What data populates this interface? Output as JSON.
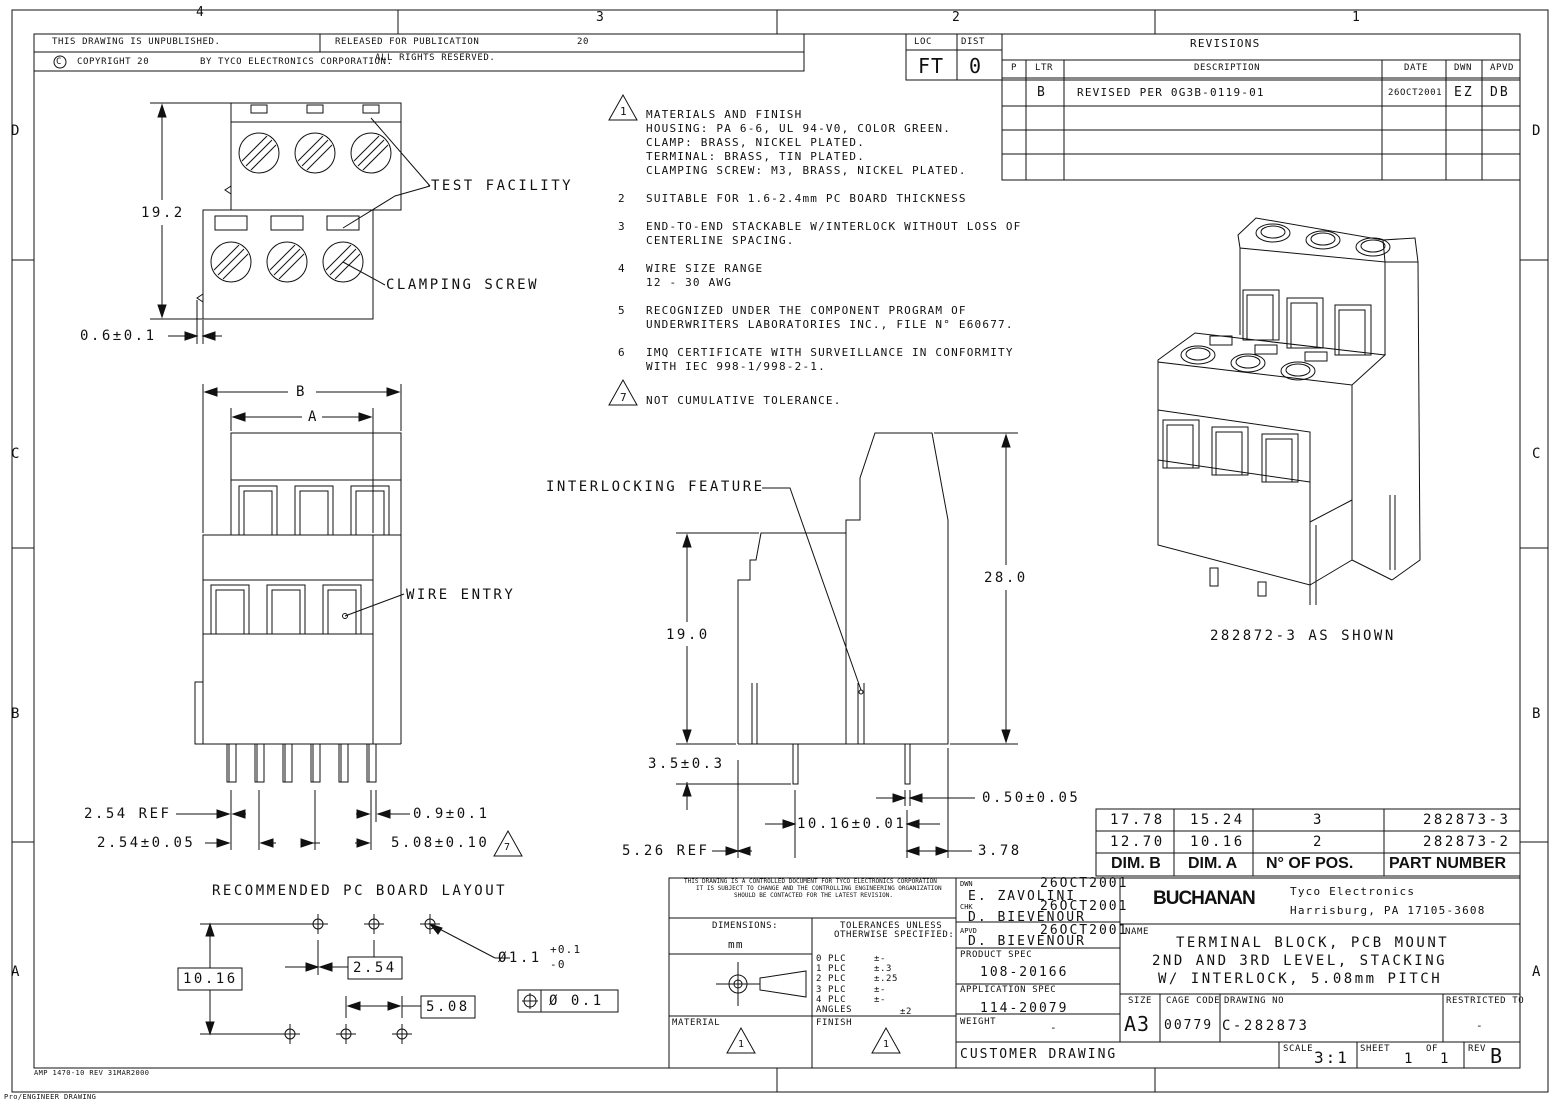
{
  "zones": {
    "top": [
      "4",
      "3",
      "2",
      "1"
    ],
    "side": [
      "D",
      "C",
      "B",
      "A"
    ]
  },
  "publication": {
    "unpublished": "THIS DRAWING IS UNPUBLISHED.",
    "released": "RELEASED FOR PUBLICATION",
    "year": "20",
    "copyright_symbol": "C",
    "copyright": "COPYRIGHT 20",
    "owner": "BY TYCO ELECTRONICS CORPORATION.",
    "rights": "ALL RIGHTS RESERVED."
  },
  "loc_dist": {
    "loc_label": "LOC",
    "dist_label": "DIST",
    "loc_value": "FT",
    "dist_value": "0"
  },
  "revisions": {
    "title": "REVISIONS",
    "headers": [
      "P",
      "LTR",
      "DESCRIPTION",
      "DATE",
      "DWN",
      "APVD"
    ],
    "rows": [
      {
        "ltr": "B",
        "description": "REVISED PER 0G3B-0119-01",
        "date": "26OCT2001",
        "dwn": "EZ",
        "apvd": "DB"
      }
    ]
  },
  "notes": [
    {
      "number": "1",
      "lines": [
        "MATERIALS AND FINISH",
        "HOUSING: PA 6-6, UL 94-V0, COLOR GREEN.",
        "CLAMP: BRASS, NICKEL PLATED.",
        "TERMINAL: BRASS, TIN PLATED.",
        "CLAMPING SCREW: M3, BRASS, NICKEL PLATED."
      ]
    },
    {
      "number": "2",
      "lines": [
        "SUITABLE FOR 1.6-2.4mm PC BOARD THICKNESS"
      ]
    },
    {
      "number": "3",
      "lines": [
        "END-TO-END STACKABLE W/INTERLOCK WITHOUT LOSS OF",
        "CENTERLINE SPACING."
      ]
    },
    {
      "number": "4",
      "lines": [
        "WIRE SIZE RANGE",
        "12 - 30 AWG"
      ]
    },
    {
      "number": "5",
      "lines": [
        "RECOGNIZED UNDER THE COMPONENT PROGRAM OF",
        "UNDERWRITERS LABORATORIES INC., FILE N° E60677."
      ]
    },
    {
      "number": "6",
      "lines": [
        "IMQ CERTIFICATE WITH SURVEILLANCE IN CONFORMITY",
        "WITH IEC 998-1/998-2-1."
      ]
    },
    {
      "number": "7",
      "lines": [
        "NOT CUMULATIVE TOLERANCE."
      ]
    }
  ],
  "views": {
    "top": {
      "test_facility": "TEST FACILITY",
      "clamping_screw": "CLAMPING SCREW",
      "height_dim": "19.2",
      "offset_dim": "0.6±0.1"
    },
    "front": {
      "dim_b": "B",
      "dim_a": "A",
      "wire_entry": "WIRE ENTRY",
      "pitch_ref": "2.54 REF",
      "pin_width": "0.9±0.1",
      "pitch_tol": "2.54±0.05",
      "spacing_tol": "5.08±0.10",
      "note_flag": "7"
    },
    "side": {
      "interlocking_feature": "INTERLOCKING FEATURE",
      "total_height": "28.0",
      "body_height": "19.0",
      "pin_length": "3.5±0.3",
      "pin_dim": "0.50±0.05",
      "pin_spacing": "10.16±0.01",
      "offset_ref": "5.26 REF",
      "offset_dim": "3.78"
    },
    "iso": {
      "caption": "282872-3 AS SHOWN"
    }
  },
  "pc_layout": {
    "title": "RECOMMENDED PC BOARD LAYOUT",
    "hole_dia": "Ø1.1",
    "hole_tol_plus": "+0.1",
    "hole_tol_minus": "-0",
    "row_spacing": "10.16",
    "offset": "2.54",
    "pitch": "5.08",
    "position_tol": "Ø 0.1"
  },
  "part_table": {
    "headers": [
      "DIM. B",
      "DIM. A",
      "N° OF POS.",
      "PART NUMBER"
    ],
    "rows": [
      {
        "dim_b": "17.78",
        "dim_a": "15.24",
        "positions": "3",
        "part_number": "282873-3"
      },
      {
        "dim_b": "12.70",
        "dim_a": "10.16",
        "positions": "2",
        "part_number": "282873-2"
      }
    ]
  },
  "title_block": {
    "control_note": [
      "THIS DRAWING IS A CONTROLLED DOCUMENT FOR TYCO ELECTRONICS CORPORATION",
      "IT IS SUBJECT TO CHANGE AND THE CONTROLLING ENGINEERING ORGANIZATION",
      "SHOULD BE CONTACTED FOR THE LATEST REVISION."
    ],
    "dimensions_label": "DIMENSIONS:",
    "dimensions_unit": "mm",
    "tolerances_label": [
      "TOLERANCES UNLESS",
      "OTHERWISE SPECIFIED:"
    ],
    "tolerances": [
      {
        "label": "0 PLC",
        "value": "±-"
      },
      {
        "label": "1 PLC",
        "value": "±.3"
      },
      {
        "label": "2 PLC",
        "value": "±.25"
      },
      {
        "label": "3 PLC",
        "value": "±-"
      },
      {
        "label": "4 PLC",
        "value": "±-"
      },
      {
        "label": "ANGLES",
        "value": "±2"
      }
    ],
    "material_label": "MATERIAL",
    "finish_label": "FINISH",
    "material_flag": "1",
    "finish_flag": "1",
    "dwn_label": "DWN",
    "dwn_date": "26OCT2001",
    "dwn_name": "E. ZAVOLINI",
    "chk_label": "CHK",
    "chk_date": "26OCT2001",
    "chk_name": "D. BIEVENOUR",
    "apvd_label": "APVD",
    "apvd_date": "26OCT2001",
    "apvd_name": "D. BIEVENOUR",
    "product_spec_label": "PRODUCT SPEC",
    "product_spec": "108-20166",
    "application_spec_label": "APPLICATION SPEC",
    "application_spec": "114-20079",
    "weight_label": "WEIGHT",
    "weight_value": "-",
    "customer_drawing": "CUSTOMER DRAWING",
    "brand": "BUCHANAN",
    "company": "Tyco Electronics",
    "address": "Harrisburg, PA 17105-3608",
    "name_label": "NAME",
    "title_lines": [
      "TERMINAL BLOCK, PCB MOUNT",
      "2ND AND 3RD LEVEL, STACKING",
      "W/ INTERLOCK, 5.08mm PITCH"
    ],
    "size_label": "SIZE",
    "size": "A3",
    "cage_code_label": "CAGE CODE",
    "cage_code": "00779",
    "drawing_no_label": "DRAWING NO",
    "drawing_number": "C-282873",
    "restricted_label": "RESTRICTED TO",
    "restricted_value": "-",
    "scale_label": "SCALE",
    "scale": "3:1",
    "sheet_label": "SHEET",
    "sheet": "1",
    "of_label": "OF",
    "of": "1",
    "rev_label": "REV",
    "rev": "B"
  },
  "footer": {
    "form": "AMP 1470-10 REV 31MAR2000",
    "software": "Pro/ENGINEER DRAWING"
  }
}
